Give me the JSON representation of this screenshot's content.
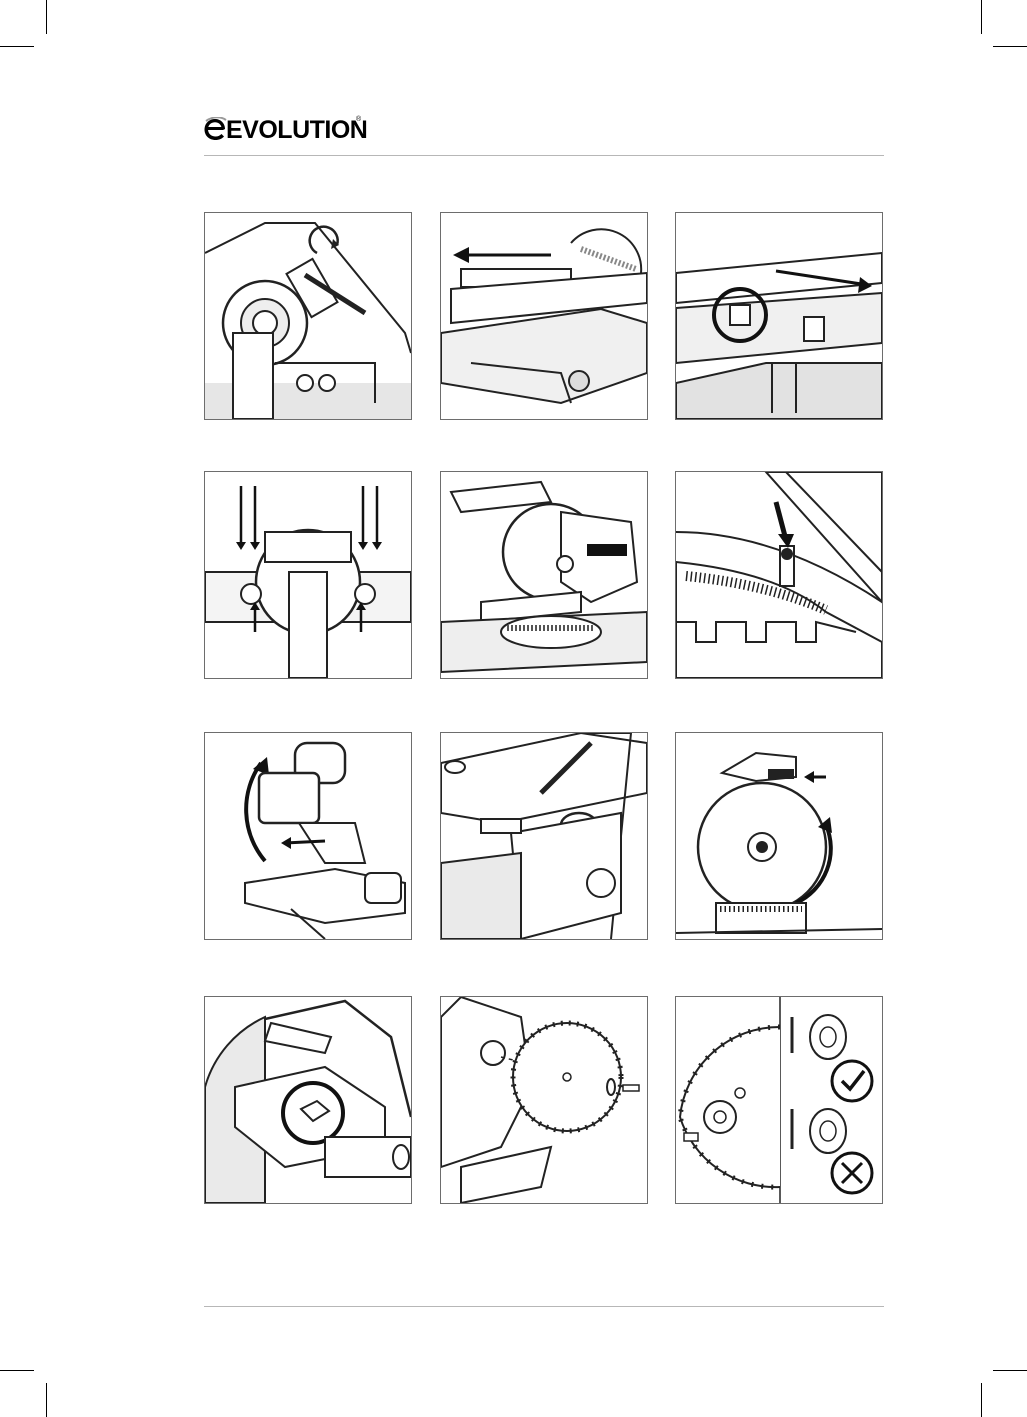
{
  "brand": {
    "name": "EVOLUTION",
    "tm": "®"
  },
  "figures": [
    {
      "icon": "knob-tighten-illustration"
    },
    {
      "icon": "fence-slide-left-illustration"
    },
    {
      "icon": "fence-clamp-illustration"
    },
    {
      "icon": "fence-bolts-illustration"
    },
    {
      "icon": "mitre-saw-overview-illustration"
    },
    {
      "icon": "bevel-scale-pointer-illustration"
    },
    {
      "icon": "saw-head-raise-illustration"
    },
    {
      "icon": "slide-rail-knob-illustration"
    },
    {
      "icon": "blade-guard-lever-illustration"
    },
    {
      "icon": "spindle-lock-illustration"
    },
    {
      "icon": "blade-assembly-exploded-illustration"
    },
    {
      "icon": "flange-orientation-check-illustration"
    }
  ]
}
